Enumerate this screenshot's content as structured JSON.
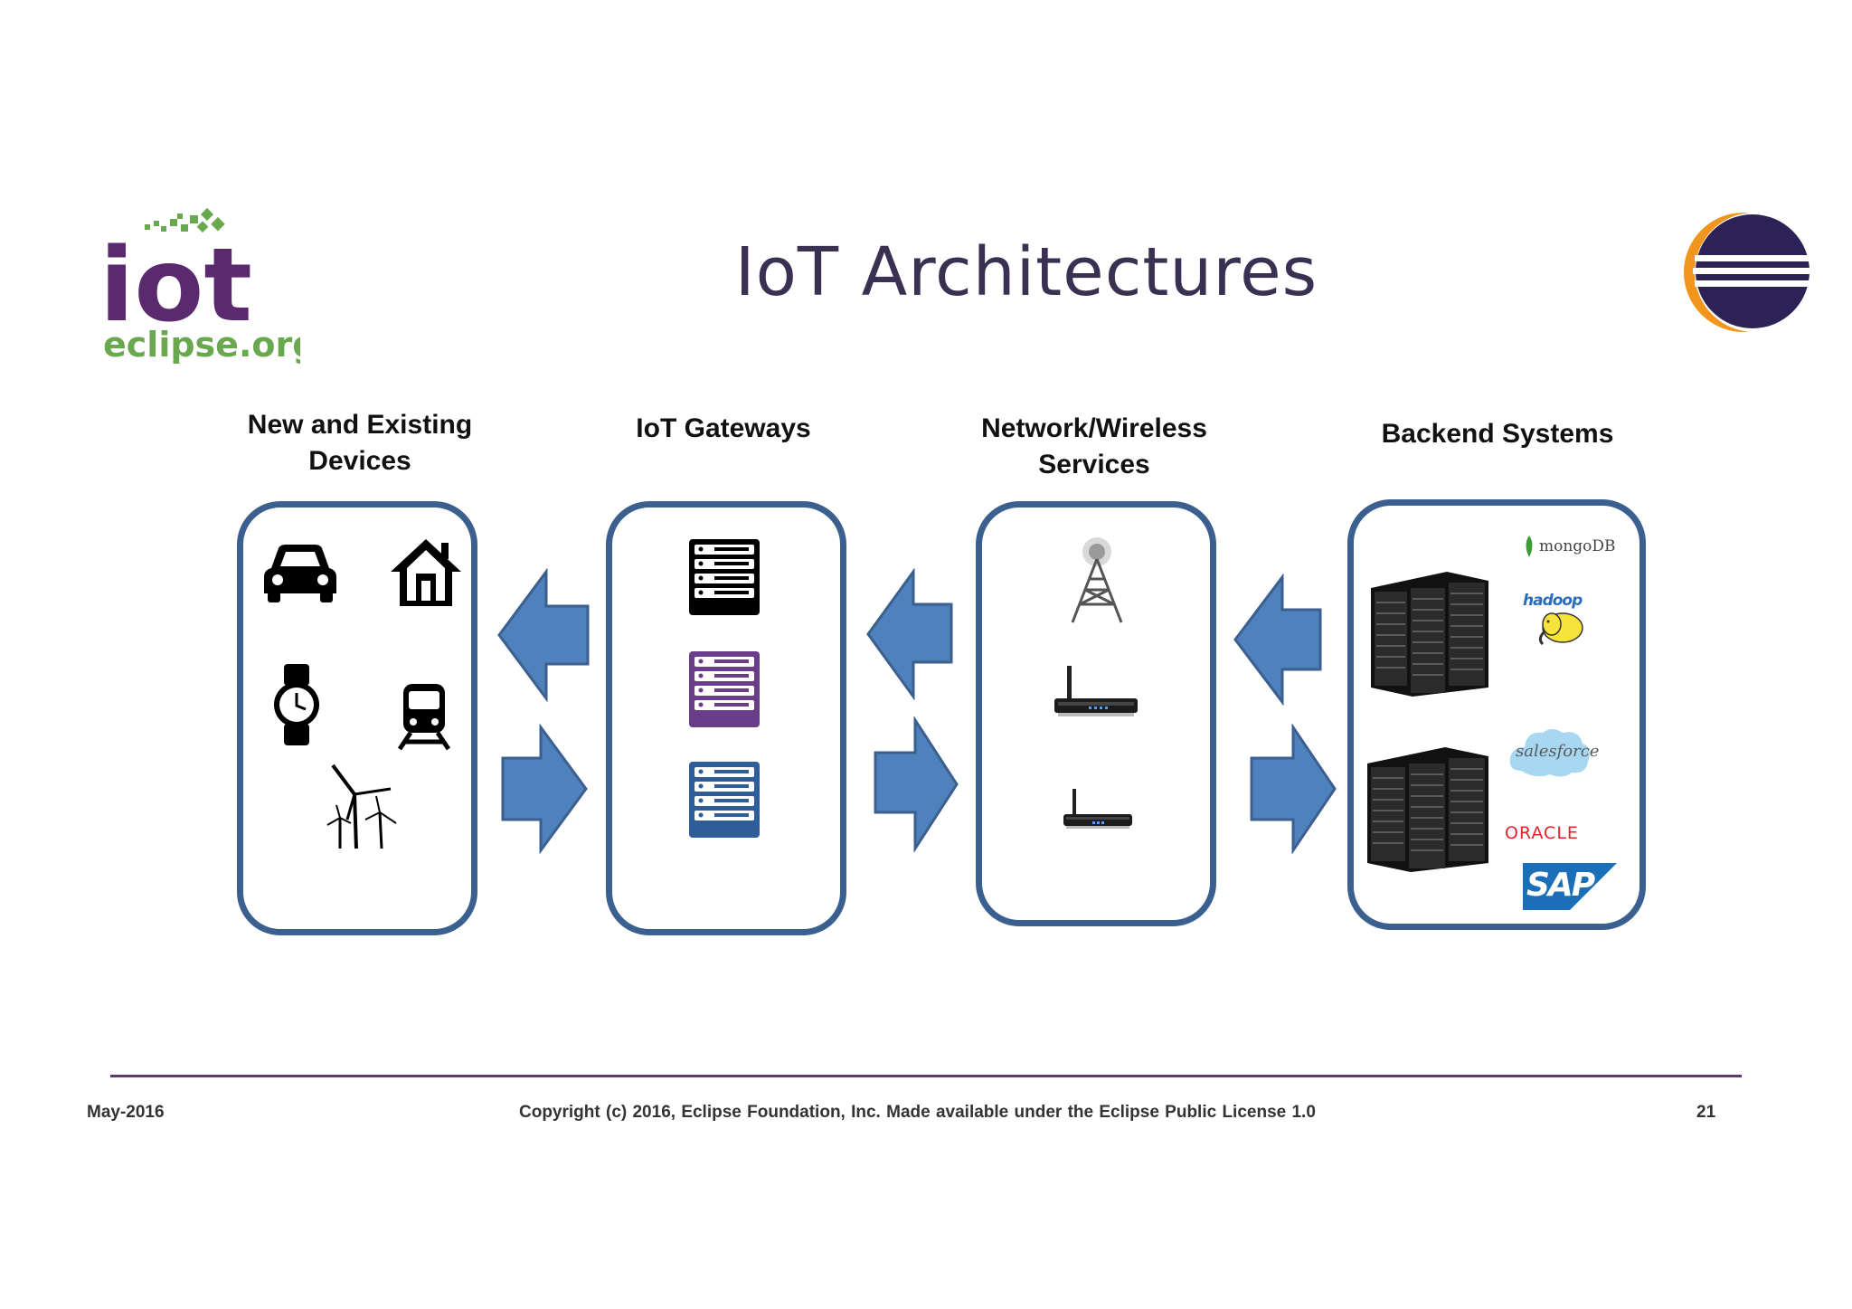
{
  "slide": {
    "title": "IoT Architectures"
  },
  "logos": {
    "iot_logo": {
      "word": "iot",
      "subtext": "eclipse.org",
      "color_primary": "#5b2a6e",
      "color_accent": "#6aa84f"
    },
    "eclipse_logo": {
      "colors": [
        "#f2951c",
        "#2c2255"
      ]
    }
  },
  "columns": [
    {
      "title_line1": "New and Existing",
      "title_line2": "Devices",
      "icons": [
        "car-icon",
        "house-icon",
        "watch-icon",
        "train-icon",
        "wind-turbine-icon"
      ]
    },
    {
      "title_line1": "IoT Gateways",
      "title_line2": "",
      "icons": [
        "gateway-server-black-icon",
        "gateway-server-purple-icon",
        "gateway-server-blue-icon"
      ]
    },
    {
      "title_line1": "Network/Wireless",
      "title_line2": "Services",
      "icons": [
        "cell-tower-icon",
        "router-icon",
        "router-small-icon"
      ]
    },
    {
      "title_line1": "Backend Systems",
      "title_line2": "",
      "icons": [
        "server-rack-icon",
        "server-rack-icon"
      ]
    }
  ],
  "brands": {
    "mongodb": "mongoDB",
    "hadoop": "hadoop",
    "salesforce": "salesforce",
    "oracle": "ORACLE",
    "sap": "SAP"
  },
  "arrows": {
    "color": "#4f81bd",
    "border": "#3b5f8e"
  },
  "footer": {
    "date": "May-2016",
    "copyright": "Copyright (c) 2016, Eclipse Foundation, Inc. Made available under the Eclipse Public License 1.0",
    "page_number": "21"
  }
}
